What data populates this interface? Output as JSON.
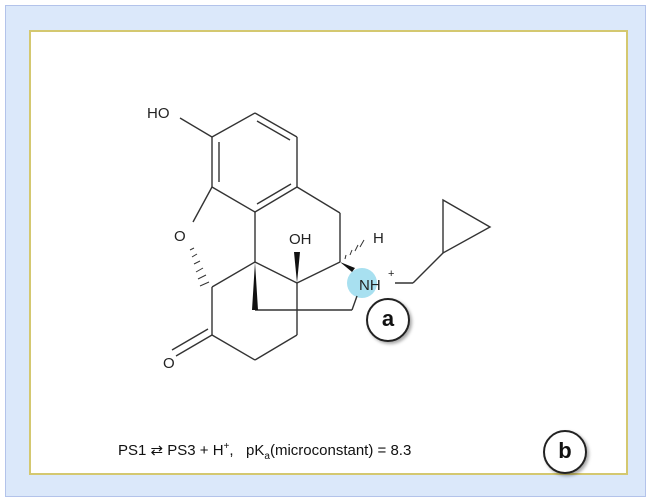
{
  "structure": {
    "atom_labels": {
      "ho_phenol": "HO",
      "o_ether": "O",
      "oh_tertiary": "OH",
      "h_stereo": "H",
      "nh": "NH",
      "nh_charge": "+",
      "o_ketone": "O"
    },
    "highlight_color": "#a8e0f0"
  },
  "callouts": {
    "a": "a",
    "b": "b"
  },
  "equation": {
    "left": "PS1 ⇄ PS3 + H",
    "charge": "+",
    "sep": ",   pK",
    "sub": "a",
    "right": "(microconstant) = 8.3"
  }
}
